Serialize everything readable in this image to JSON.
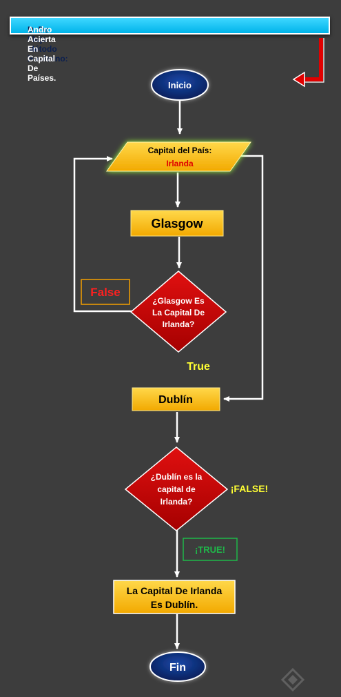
{
  "title": {
    "bold": "D. De Flujo Método Booleano:",
    "rest": " Andro Acierta En Capital De Países."
  },
  "nodes": {
    "inicio": "Inicio",
    "input_line1": "Capital del País:",
    "input_line2": "Irlanda",
    "glasgow": "Glasgow",
    "decision1": [
      "¿Glasgow Es",
      "La Capital De",
      "Irlanda?"
    ],
    "false1": "False",
    "true1": "True",
    "dublin": "Dublín",
    "decision2": [
      "¿Dublín es la",
      "capital de",
      "Irlanda?"
    ],
    "false2": "¡FALSE!",
    "true2": "¡TRUE!",
    "result": [
      "La Capital De Irlanda",
      "Es Dublín."
    ],
    "fin": "Fin"
  },
  "colors": {
    "background": "#3d3d3d",
    "title_bg": "#00b4ea",
    "oval": "#0b2a6b",
    "gold": "#ffc000",
    "decision_red": "#c00000",
    "false_red": "#ff3030",
    "true_yellow": "#ffff33",
    "true_green": "#1fb84a"
  },
  "icons": [
    "return-arrow-icon",
    "watermark-logo-icon"
  ]
}
